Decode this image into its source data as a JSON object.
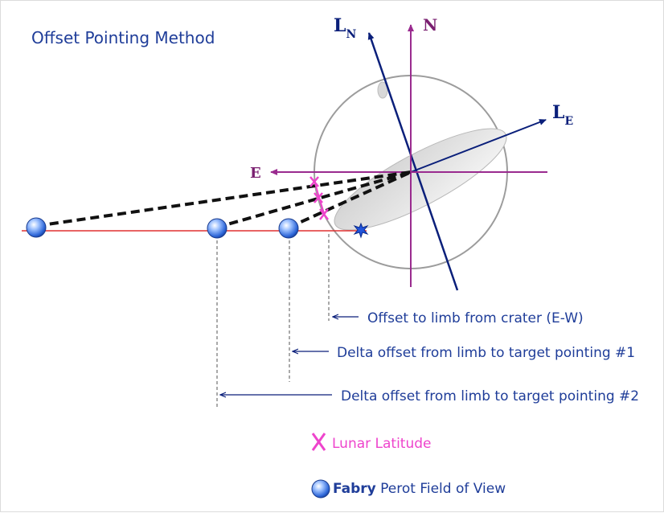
{
  "title": "Offset Pointing Method",
  "axes": {
    "lunar_north": {
      "main": "L",
      "sub": "N"
    },
    "lunar_east": {
      "main": "L",
      "sub": "E"
    },
    "north": "N",
    "east": "E"
  },
  "annotations": {
    "offset_limb": "Offset to limb from crater (E-W)",
    "delta_1": "Delta offset from limb to target pointing #1",
    "delta_2": "Delta offset from limb to target pointing #2"
  },
  "legend": {
    "lunar_latitude": "Lunar Latitude",
    "fov_bold": "Fabry",
    "fov_rest": " Perot Field of View"
  },
  "colors": {
    "blue_text": "#1f3d99",
    "navy": "#0a1f7a",
    "purple": "#9a2b8f",
    "magenta": "#ee44cc",
    "red": "#e03030",
    "dash_gray": "#555555"
  }
}
